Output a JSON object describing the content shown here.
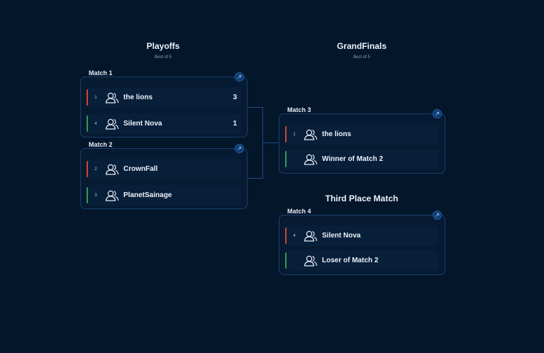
{
  "rounds": [
    {
      "title": "Playoffs",
      "subtitle": "Best of 5"
    },
    {
      "title": "GrandFinals",
      "subtitle": "Best of 5"
    }
  ],
  "third_place_title": "Third Place Match",
  "matches": {
    "m1": {
      "label": "Match 1",
      "rows": [
        {
          "seed": "1",
          "name": "the lions",
          "score": "3"
        },
        {
          "seed": "4",
          "name": "Silent Nova",
          "score": "1"
        }
      ]
    },
    "m2": {
      "label": "Match 2",
      "rows": [
        {
          "seed": "2",
          "name": "CrownFall",
          "score": ""
        },
        {
          "seed": "3",
          "name": "PlanetSainage",
          "score": ""
        }
      ]
    },
    "m3": {
      "label": "Match 3",
      "rows": [
        {
          "seed": "1",
          "name": "the lions",
          "score": ""
        },
        {
          "seed": "",
          "name": "Winner of Match 2",
          "score": ""
        }
      ]
    },
    "m4": {
      "label": "Match 4",
      "rows": [
        {
          "seed": "4",
          "name": "Silent Nova",
          "score": ""
        },
        {
          "seed": "",
          "name": "Loser of Match 2",
          "score": ""
        }
      ]
    }
  },
  "colors": {
    "background": "#04162a",
    "card_border": "#17406d",
    "accent_top": "#d2452c",
    "accent_bottom": "#2f9d58",
    "link_button": "#0f3b6f"
  },
  "icons": {
    "team": "users-icon",
    "match_link": "arrow-up-right-icon"
  }
}
